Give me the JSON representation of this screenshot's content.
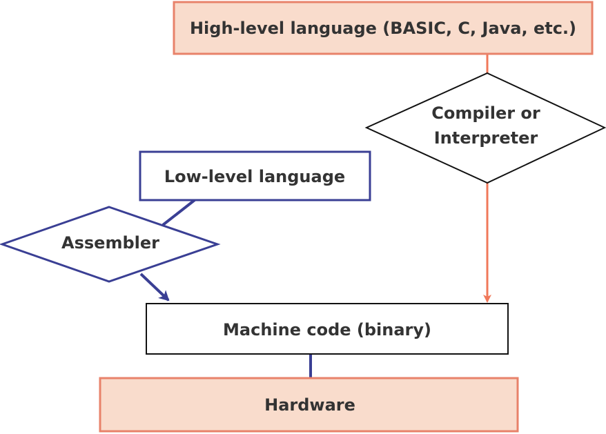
{
  "nodes": {
    "high_level": {
      "label": "High-level language (BASIC, C, Java, etc.)"
    },
    "compiler": {
      "line1": "Compiler or",
      "line2": "Interpreter"
    },
    "low_level": {
      "label": "Low-level language"
    },
    "assembler": {
      "label": "Assembler"
    },
    "machine_code": {
      "label": "Machine code (binary)"
    },
    "hardware": {
      "label": "Hardware"
    }
  },
  "colors": {
    "salmon_fill": "#f9dccc",
    "salmon_stroke": "#e8826a",
    "orange_connector": "#f0785a",
    "blue_stroke": "#3a3f94",
    "black_stroke": "#111111",
    "text": "#333333"
  }
}
